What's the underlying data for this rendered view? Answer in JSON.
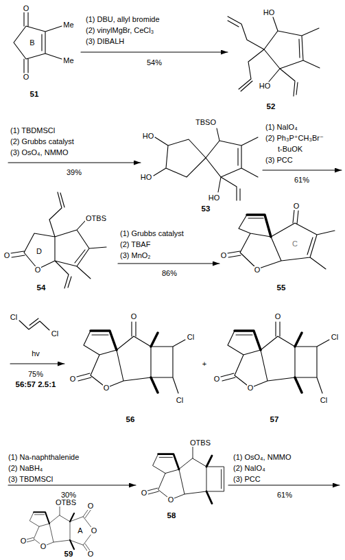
{
  "diagram": {
    "labels": [
      "O",
      "Me",
      "B",
      "Me",
      "O",
      "51",
      "(1) DBU, allyl bromide",
      "(2) vinylMgBr, CeCl₃",
      "(3) DIBALH",
      "54%",
      "HO",
      "HO",
      "52",
      "(1) TBDMSCl",
      "(2) Grubbs catalyst",
      "(3) OsO₄, NMMO",
      "39%",
      "HO",
      "HO",
      "TBSO",
      "HO",
      "53",
      "(1) NaIO₄",
      "(2) Ph₃P⁺CH₃Br⁻",
      "t-BuOK",
      "(3) PCC",
      "61%",
      "OTBS",
      "O",
      "O",
      "D",
      "54",
      "(1) Grubbs catalyst",
      "(2) TBAF",
      "(3) MnO₂",
      "86%",
      "O",
      "O",
      "O",
      "C",
      "55",
      "Cl",
      "Cl",
      "hv",
      "75%",
      "56:57 2.5:1",
      "O",
      "O",
      "O",
      "Cl",
      "Cl",
      "56",
      "+",
      "O",
      "O",
      "O",
      "Cl",
      "Cl",
      "57",
      "(1) Na-naphthalenide",
      "(2) NaBH₄",
      "(3) TBDMSCl",
      "30%",
      "OTBS",
      "O",
      "O",
      "58",
      "(1) OsO₄, NMMO",
      "(2) NaIO₄",
      "(3) PCC",
      "61%",
      "OTBS",
      "O",
      "O",
      "O",
      "O",
      "O",
      "A",
      "59"
    ]
  }
}
